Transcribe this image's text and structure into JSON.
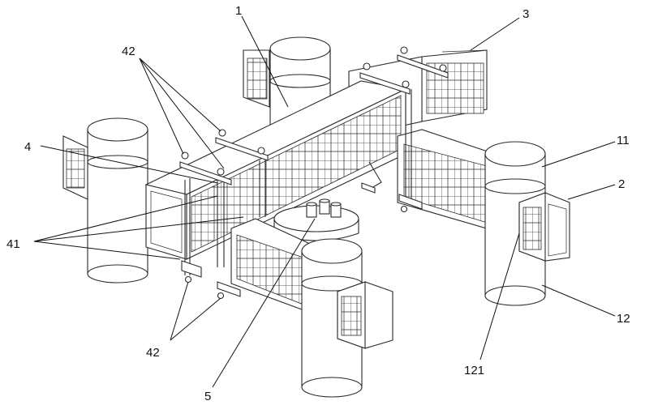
{
  "labels": {
    "l1": "1",
    "l2": "2",
    "l3": "3",
    "l4": "4",
    "l5": "5",
    "l11": "11",
    "l12": "12",
    "l121": "121",
    "l41": "41",
    "l42a": "42",
    "l42b": "42"
  }
}
